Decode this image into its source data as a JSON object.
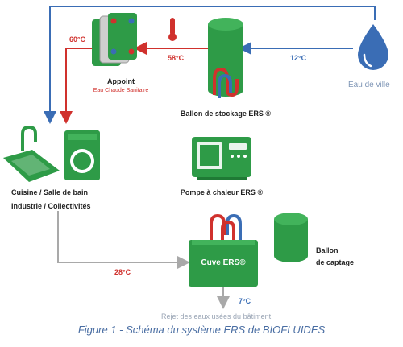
{
  "labels": {
    "appoint": "Appoint",
    "appoint_sub": "Eau Chaude Sanitaire",
    "temp_60": "60°C",
    "temp_58": "58°C",
    "temp_12": "12°C",
    "eau_de_ville": "Eau de ville",
    "ballon_stockage": "Ballon de stockage ERS ®",
    "pompe": "Pompe à chaleur ERS ®",
    "cuisine_line1": "Cuisine / Salle de bain",
    "cuisine_line2": "Industrie / Collectivités",
    "temp_28": "28°C",
    "cuve": "Cuve ERS®",
    "ballon_captage_1": "Ballon",
    "ballon_captage_2": "de captage",
    "temp_7": "7°C",
    "rejet": "Rejet des eaux usées du bâtiment"
  },
  "caption": "Figure 1 - Schéma du système ERS de BIOFLUIDES",
  "colors": {
    "green": "#2e9b47",
    "red": "#d0312d",
    "blue": "#3a6db5",
    "gray": "#a9a9a9"
  }
}
